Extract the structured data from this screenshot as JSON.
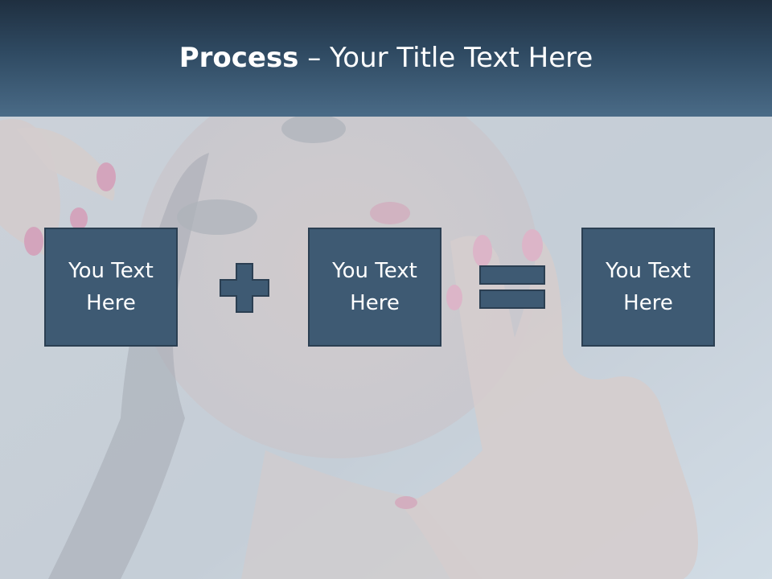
{
  "slide": {
    "title_bold": "Process",
    "title_rest": " – Your Title Text Here"
  },
  "boxes": [
    {
      "text": "You Text Here"
    },
    {
      "text": "You Text Here"
    },
    {
      "text": "You Text Here"
    }
  ],
  "operators": {
    "first": "plus-icon",
    "second": "equals-icon"
  },
  "colors": {
    "header_dark": "#1f2f40",
    "header_light": "#4a6b87",
    "box_fill": "#3e5a73",
    "box_border": "#2b3f52",
    "text": "#ffffff"
  }
}
